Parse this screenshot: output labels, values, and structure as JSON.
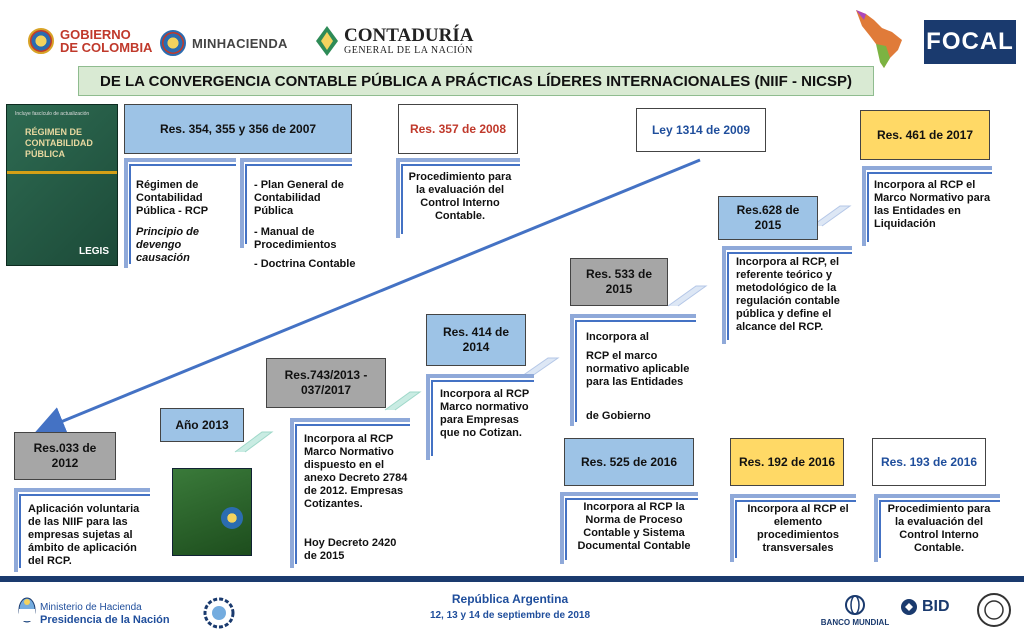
{
  "header": {
    "gobierno_line1": "GOBIERNO",
    "gobierno_line2": "DE COLOMBIA",
    "minhacienda": "MINHACIENDA",
    "contaduria_line1": "CONTADURÍA",
    "contaduria_line2": "GENERAL DE LA NACIÓN",
    "focal": "FOCAL"
  },
  "title": "DE LA CONVERGENCIA CONTABLE PÚBLICA  A PRÁCTICAS  LÍDERES INTERNACIONALES (NIIF - NICSP)",
  "book": {
    "top": "Incluye fascículo de actualización",
    "title": "RÉGIMEN DE CONTABILIDAD PÚBLICA",
    "brand": "LEGIS"
  },
  "items": {
    "res354": {
      "label": "Res. 354, 355 y 356 de 2007",
      "desc_left": "Régimen de Contabilidad Pública - RCP",
      "desc_left_italic": "Principio de devengo causación",
      "desc_right_1": "- Plan General de Contabilidad Pública",
      "desc_right_2": "- Manual de Procedimientos",
      "desc_right_3": "- Doctrina Contable"
    },
    "res357": {
      "label": "Res. 357 de 2008",
      "desc": "Procedimiento para la evaluación del Control Interno Contable."
    },
    "ley1314": {
      "label": "Ley 1314 de 2009"
    },
    "res461": {
      "label": "Res. 461 de 2017",
      "desc": "Incorpora al RCP el Marco Normativo para las Entidades en Liquidación"
    },
    "res628": {
      "label": "Res.628 de 2015",
      "desc": "Incorpora al RCP, el referente teórico y metodológico de la regulación contable pública y define el alcance del RCP."
    },
    "res533": {
      "label": "Res. 533 de 2015",
      "desc_1": "Incorpora al",
      "desc_2": "RCP el marco normativo aplicable para las Entidades",
      "desc_3": "de Gobierno"
    },
    "res414": {
      "label": "Res. 414 de 2014",
      "desc": "Incorpora al RCP Marco normativo para Empresas que no Cotizan."
    },
    "res743": {
      "label": "Res.743/2013 - 037/2017",
      "desc_1": "Incorpora al RCP Marco Normativo dispuesto en el anexo Decreto 2784 de 2012. Empresas Cotizantes.",
      "desc_2": "Hoy Decreto 2420 de 2015"
    },
    "ano2013": {
      "label": "Año 2013"
    },
    "res033": {
      "label": "Res.033 de 2012",
      "desc": "Aplicación voluntaria de las NIIF para las empresas sujetas al ámbito de aplicación del RCP."
    },
    "res525": {
      "label": "Res. 525 de 2016",
      "desc": "Incorpora al RCP la Norma de Proceso Contable y Sistema Documental Contable"
    },
    "res192": {
      "label": "Res. 192 de 2016",
      "desc": "Incorpora al RCP el elemento procedimientos transversales"
    },
    "res193": {
      "label": "Res. 193 de 2016",
      "desc": "Procedimiento para la evaluación del Control Interno Contable."
    }
  },
  "footer": {
    "ministerio_line1": "Ministerio de Hacienda",
    "ministerio_line2": "Presidencia de la Nación",
    "country": "República Argentina",
    "date": "12, 13 y 14 de septiembre de 2018",
    "banco_mundial": "BANCO MUNDIAL",
    "bid": "BID"
  },
  "colors": {
    "blue_box": "#9dc3e6",
    "gray_box": "#a6a6a6",
    "yellow_box": "#ffd966",
    "arrow": "#4472c4",
    "navy": "#1a3a6e"
  }
}
